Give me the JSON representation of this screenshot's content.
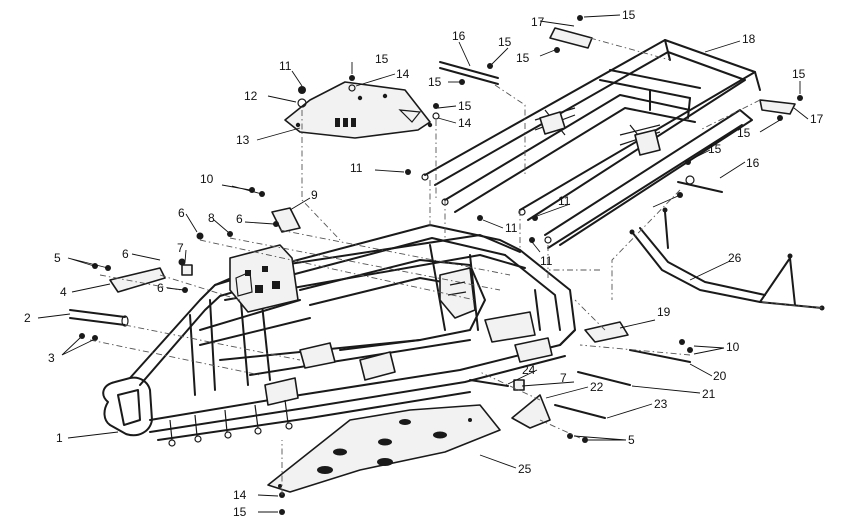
{
  "diagram": {
    "callouts": [
      {
        "id": "c1",
        "label": "1"
      },
      {
        "id": "c2",
        "label": "2"
      },
      {
        "id": "c3",
        "label": "3"
      },
      {
        "id": "c4",
        "label": "4"
      },
      {
        "id": "c5a",
        "label": "5"
      },
      {
        "id": "c5b",
        "label": "5"
      },
      {
        "id": "c6a",
        "label": "6"
      },
      {
        "id": "c6b",
        "label": "6"
      },
      {
        "id": "c6c",
        "label": "6"
      },
      {
        "id": "c6d",
        "label": "6"
      },
      {
        "id": "c7a",
        "label": "7"
      },
      {
        "id": "c7b",
        "label": "7"
      },
      {
        "id": "c8",
        "label": "8"
      },
      {
        "id": "c9",
        "label": "9"
      },
      {
        "id": "c10a",
        "label": "10"
      },
      {
        "id": "c10b",
        "label": "10"
      },
      {
        "id": "c11a",
        "label": "11"
      },
      {
        "id": "c11b",
        "label": "11"
      },
      {
        "id": "c11c",
        "label": "11"
      },
      {
        "id": "c11d",
        "label": "11"
      },
      {
        "id": "c11e",
        "label": "11"
      },
      {
        "id": "c12",
        "label": "12"
      },
      {
        "id": "c13",
        "label": "13"
      },
      {
        "id": "c14a",
        "label": "14"
      },
      {
        "id": "c14b",
        "label": "14"
      },
      {
        "id": "c14c",
        "label": "14"
      },
      {
        "id": "c15a",
        "label": "15"
      },
      {
        "id": "c15b",
        "label": "15"
      },
      {
        "id": "c15c",
        "label": "15"
      },
      {
        "id": "c15d",
        "label": "15"
      },
      {
        "id": "c15e",
        "label": "15"
      },
      {
        "id": "c15f",
        "label": "15"
      },
      {
        "id": "c15g",
        "label": "15"
      },
      {
        "id": "c15h",
        "label": "15"
      },
      {
        "id": "c15i",
        "label": "15"
      },
      {
        "id": "c15j",
        "label": "15"
      },
      {
        "id": "c16a",
        "label": "16"
      },
      {
        "id": "c16b",
        "label": "16"
      },
      {
        "id": "c17a",
        "label": "17"
      },
      {
        "id": "c17b",
        "label": "17"
      },
      {
        "id": "c18",
        "label": "18"
      },
      {
        "id": "c19",
        "label": "19"
      },
      {
        "id": "c20",
        "label": "20"
      },
      {
        "id": "c21",
        "label": "21"
      },
      {
        "id": "c22",
        "label": "22"
      },
      {
        "id": "c23",
        "label": "23"
      },
      {
        "id": "c24",
        "label": "24"
      },
      {
        "id": "c25",
        "label": "25"
      },
      {
        "id": "c26",
        "label": "26"
      }
    ]
  }
}
